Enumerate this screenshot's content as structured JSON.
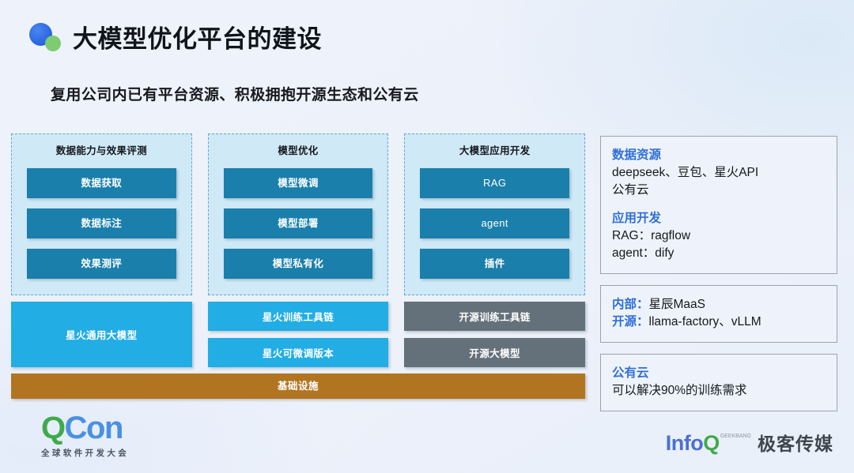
{
  "header": {
    "title": "大模型优化平台的建设",
    "logo": "blue-green-dots"
  },
  "subtitle": "复用公司内已有平台资源、积极拥抱开源生态和公有云",
  "diagram": {
    "categories": [
      {
        "title": "数据能力与效果评测",
        "items": [
          "数据获取",
          "数据标注",
          "效果测评"
        ]
      },
      {
        "title": "模型优化",
        "items": [
          "模型微调",
          "模型部署",
          "模型私有化"
        ]
      },
      {
        "title": "大模型应用开发",
        "items": [
          "RAG",
          "agent",
          "插件"
        ]
      }
    ],
    "base": {
      "col1": "星火通用大模型",
      "col2": [
        "星火训练工具链",
        "星火可微调版本"
      ],
      "col3": [
        "开源训练工具链",
        "开源大模型"
      ]
    },
    "infrastructure": "基础设施",
    "colors": {
      "item_box": "#1a7fab",
      "spark_box": "#22ade4",
      "open_source_box": "#64707a",
      "infrastructure_bar": "#b17522",
      "category_fill": "#cfe9f7",
      "category_border": "#5fa8cf"
    }
  },
  "panels": [
    {
      "lines": [
        {
          "type": "heading",
          "text": "数据资源"
        },
        {
          "type": "text",
          "text": "deepseek、豆包、星火API"
        },
        {
          "type": "text",
          "text": "公有云"
        },
        {
          "type": "spacer",
          "text": ""
        },
        {
          "type": "heading",
          "text": "应用开发"
        },
        {
          "type": "text",
          "text": "RAG：ragflow"
        },
        {
          "type": "text",
          "text": "agent：dify"
        }
      ]
    },
    {
      "lines": [
        {
          "type": "keyvalue",
          "key": "内部：",
          "text": "星辰MaaS"
        },
        {
          "type": "keyvalue",
          "key": "开源：",
          "text": "llama-factory、vLLM"
        }
      ]
    },
    {
      "lines": [
        {
          "type": "heading",
          "text": "公有云"
        },
        {
          "type": "text",
          "text": "可以解决90%的训练需求"
        }
      ]
    }
  ],
  "footer": {
    "qcon": {
      "q": "Q",
      "con": "Con",
      "sub": "全球软件开发大会"
    },
    "infoq": {
      "info": "Info",
      "q": "Q",
      "tm": "GEEKBANG",
      "cn": "极客传媒"
    }
  }
}
